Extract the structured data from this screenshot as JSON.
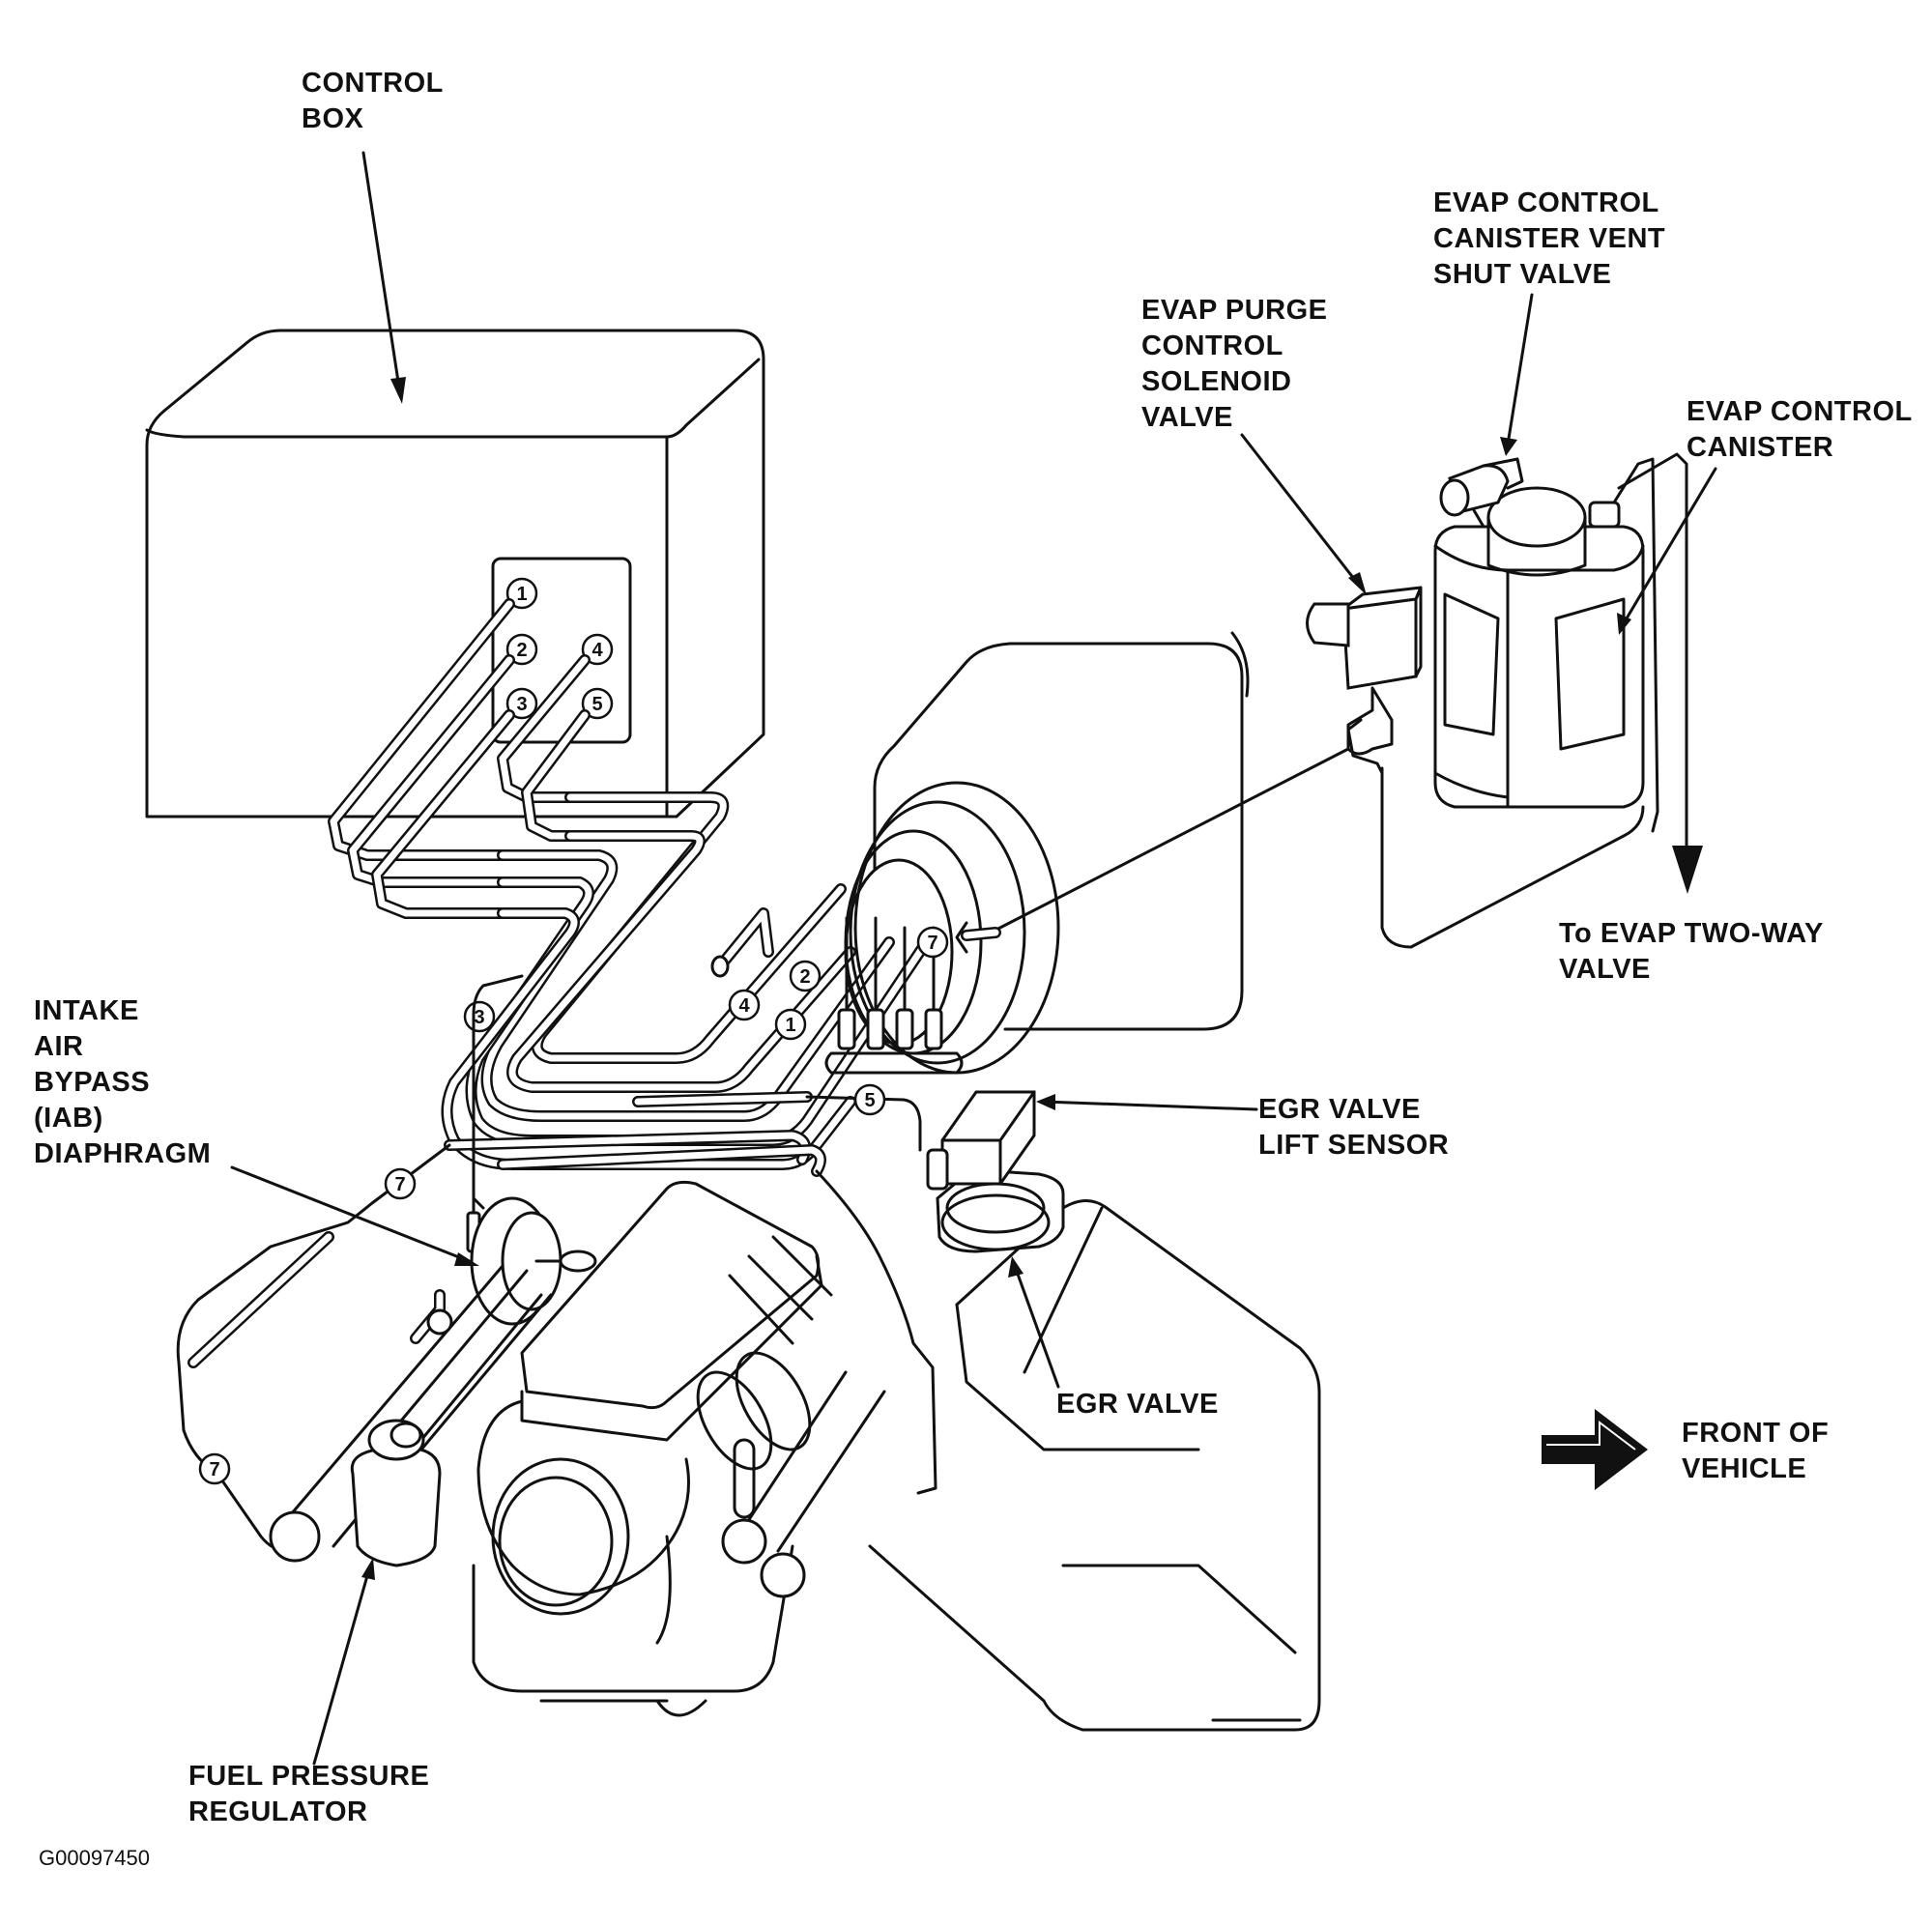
{
  "labels": {
    "control_box": "CONTROL\nBOX",
    "evap_vent_shut_valve": "EVAP CONTROL\nCANISTER VENT\nSHUT VALVE",
    "evap_purge_solenoid": "EVAP PURGE\nCONTROL\nSOLENOID\nVALVE",
    "evap_canister": "EVAP CONTROL\nCANISTER",
    "to_evap_two_way": "To EVAP TWO-WAY\nVALVE",
    "iab_diaphragm": "INTAKE\nAIR\nBYPASS\n(IAB)\nDIAPHRAGM",
    "egr_lift_sensor": "EGR VALVE\nLIFT SENSOR",
    "egr_valve": "EGR VALVE",
    "front_of_vehicle": "FRONT OF\nVEHICLE",
    "fuel_pressure_regulator": "FUEL PRESSURE\nREGULATOR"
  },
  "figure_id": "G00097450",
  "hose_numbers": {
    "box_1": "1",
    "box_2": "2",
    "box_3": "3",
    "box_4": "4",
    "box_5": "5",
    "left_3": "3",
    "mid_4": "4",
    "mid_2": "2",
    "mid_1": "1",
    "mid_7": "7",
    "egr_5": "5",
    "iab_7": "7",
    "low_7": "7"
  }
}
